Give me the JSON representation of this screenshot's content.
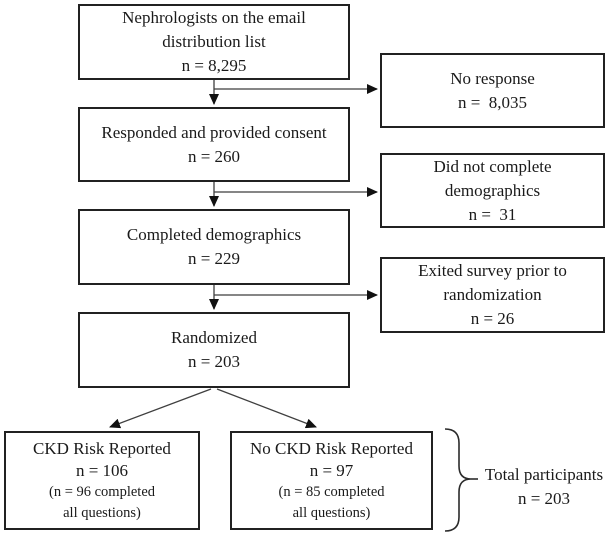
{
  "flow": {
    "main": [
      {
        "text": "Nephrologists on the email\ndistribution list\nn = 8,295"
      },
      {
        "text": "Responded and provided consent\nn = 260"
      },
      {
        "text": "Completed demographics\nn = 229"
      },
      {
        "text": "Randomized\nn = 203"
      }
    ],
    "side": [
      {
        "text": "No response\nn =  8,035"
      },
      {
        "text": "Did not complete\ndemographics\nn =  31"
      },
      {
        "text": "Exited survey prior to\nrandomization\nn = 26"
      }
    ],
    "arms": [
      {
        "main": "CKD Risk Reported\nn = 106",
        "sub": "(n = 96 completed\nall questions)"
      },
      {
        "main": "No CKD Risk Reported\nn = 97",
        "sub": "(n = 85 completed\nall questions)"
      }
    ],
    "total": {
      "text": "Total participants\nn = 203"
    },
    "colors": {
      "background": "#ffffff",
      "box_border": "#212121",
      "line": "#3f3f3f",
      "arrowhead": "#111111",
      "text": "#1a1a1a"
    }
  }
}
